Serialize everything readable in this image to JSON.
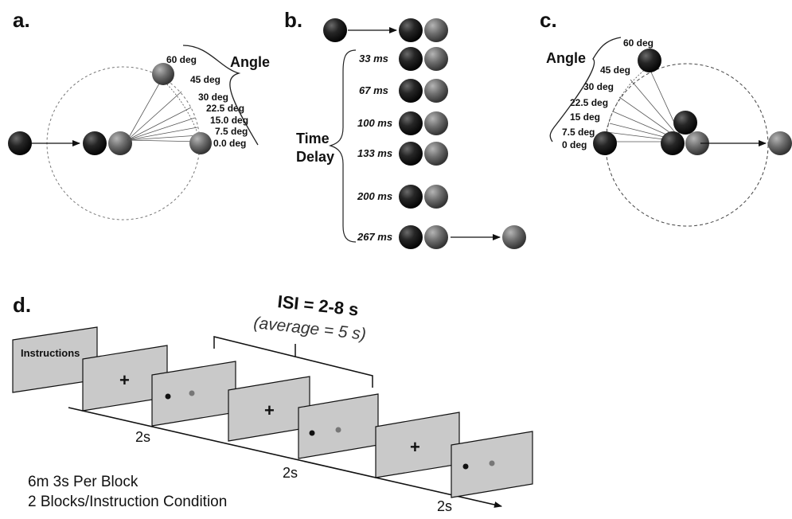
{
  "panels": {
    "a": {
      "label": "a.",
      "angle_title": "Angle",
      "angles": [
        "60 deg",
        "45 deg",
        "30 deg",
        "22.5 deg",
        "15.0 deg",
        "7.5 deg",
        "0.0 deg"
      ]
    },
    "b": {
      "label": "b.",
      "time_title_line1": "Time",
      "time_title_line2": "Delay",
      "delays": [
        "33 ms",
        "67 ms",
        "100 ms",
        "133 ms",
        "200 ms",
        "267 ms"
      ]
    },
    "c": {
      "label": "c.",
      "angle_title": "Angle",
      "angles": [
        "60 deg",
        "45 deg",
        "30 deg",
        "22.5 deg",
        "15 deg",
        "7.5 deg",
        "0 deg"
      ]
    },
    "d": {
      "label": "d.",
      "isi_line1": "ISI = 2-8 s",
      "isi_line2": "(average = 5 s)",
      "instructions": "Instructions",
      "fixation": "+",
      "time_labels": [
        "2s",
        "2s",
        "2s"
      ],
      "block_info_line1": "6m 3s Per Block",
      "block_info_line2": "2 Blocks/Instruction Condition"
    }
  },
  "colors": {
    "dark_ball": "#1a1a1a",
    "grey_ball": "#6b6b6b",
    "screen_fill": "#c9c9c9"
  }
}
